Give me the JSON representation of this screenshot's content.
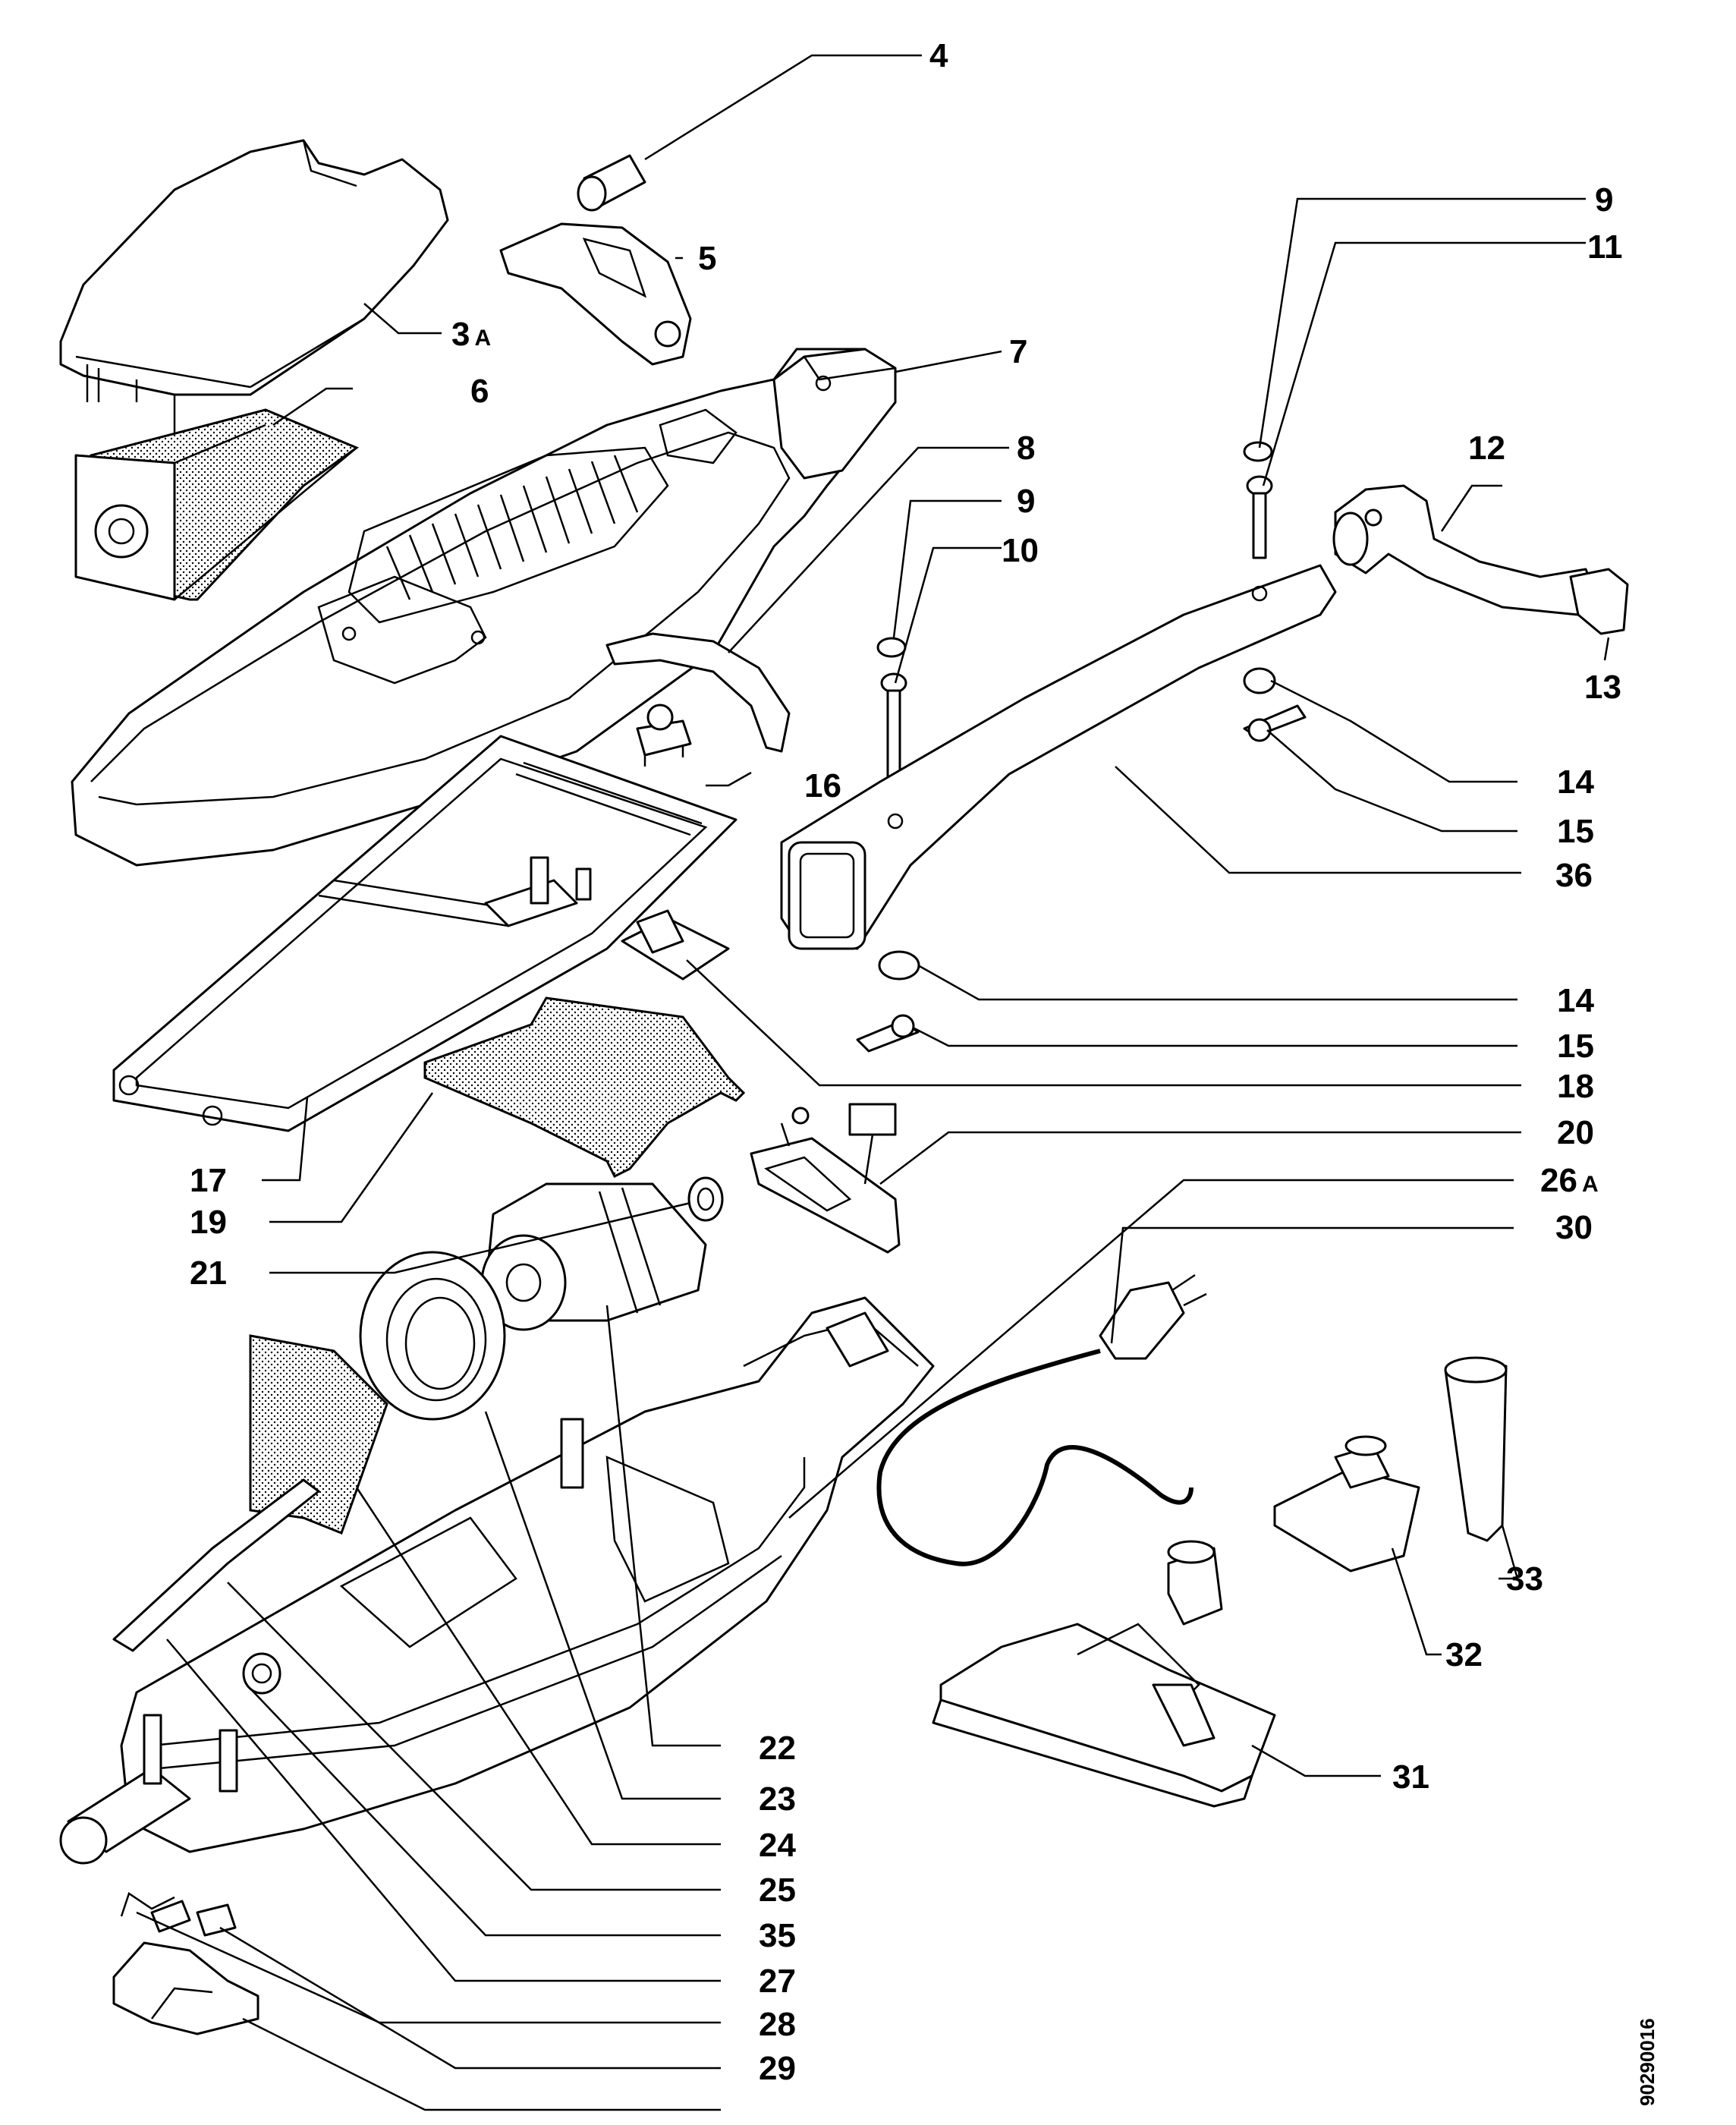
{
  "drawing_code": "90290016",
  "labels": {
    "l4": "4",
    "l5": "5",
    "l3a": "3",
    "l3a_suffix": "A",
    "l6": "6",
    "l7": "7",
    "l8": "8",
    "l9a": "9",
    "l9b": "9",
    "l10": "10",
    "l11": "11",
    "l12": "12",
    "l13": "13",
    "l14a": "14",
    "l14b": "14",
    "l15a": "15",
    "l15b": "15",
    "l16": "16",
    "l17": "17",
    "l18": "18",
    "l19": "19",
    "l20": "20",
    "l21": "21",
    "l22": "22",
    "l23": "23",
    "l24": "24",
    "l25": "25",
    "l26a": "26",
    "l26a_suffix": "A",
    "l27": "27",
    "l28": "28",
    "l29": "29",
    "l30": "30",
    "l31": "31",
    "l32": "32",
    "l33": "33",
    "l35": "35",
    "l36": "36"
  }
}
